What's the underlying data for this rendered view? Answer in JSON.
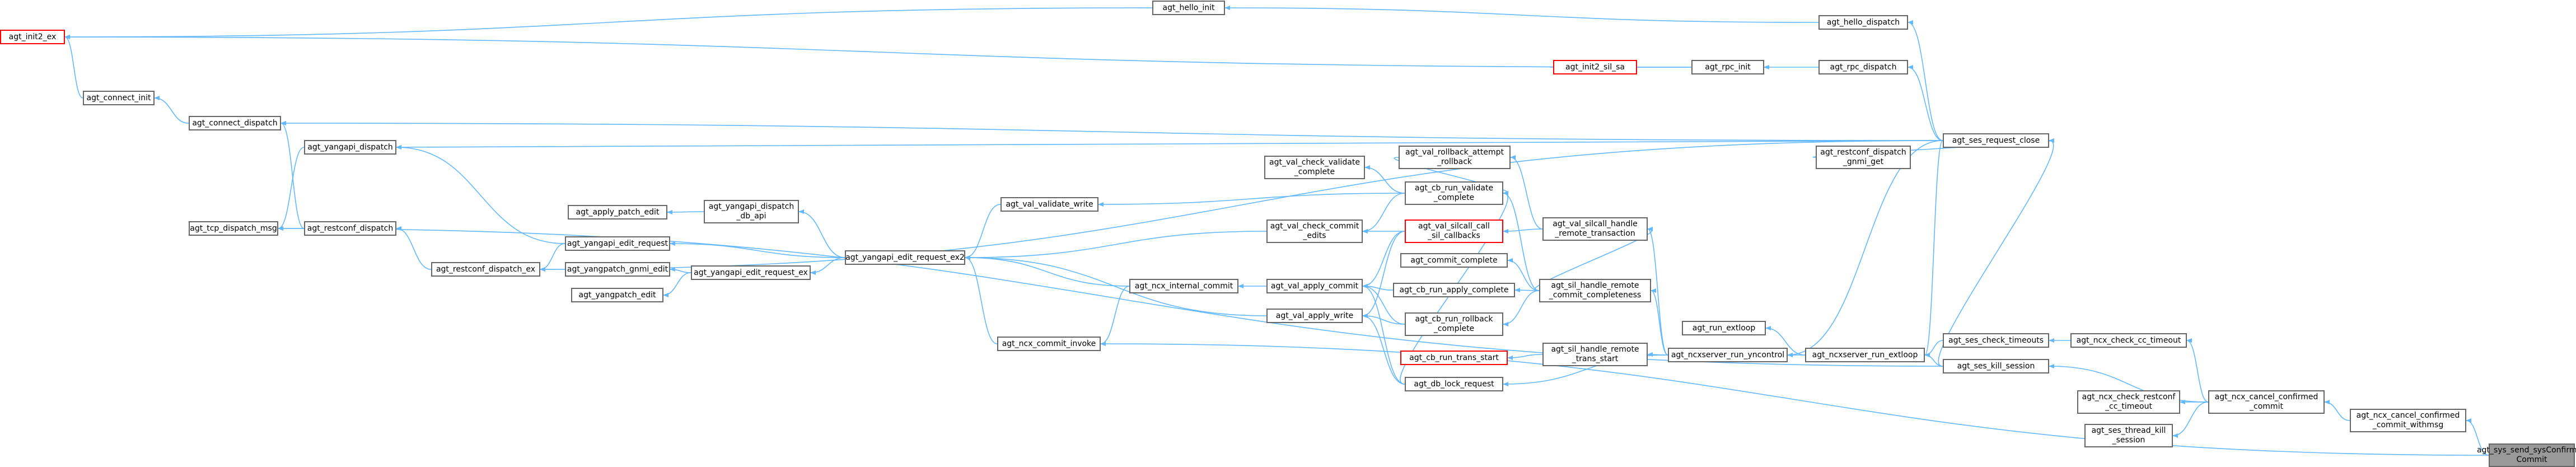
{
  "graph": {
    "colors": {
      "edge": "#63b8ff",
      "node_border": "#666666",
      "truncated_border": "#ff0000",
      "focus_fill": "#999999"
    },
    "nodes": [
      {
        "id": "init2_ex",
        "label": "agt_init2_ex",
        "style": "red"
      },
      {
        "id": "connect_init",
        "label": "agt_connect_init"
      },
      {
        "id": "connect_dispatch",
        "label": "agt_connect_dispatch"
      },
      {
        "id": "yangapi_dispatch",
        "label": "agt_yangapi_dispatch"
      },
      {
        "id": "tcp_dispatch_msg",
        "label": "agt_tcp_dispatch_msg"
      },
      {
        "id": "restconf_dispatch",
        "label": "agt_restconf_dispatch"
      },
      {
        "id": "restconf_dispatch_ex",
        "label": "agt_restconf_dispatch_ex"
      },
      {
        "id": "yangapi_edit_request",
        "label": "agt_yangapi_edit_request"
      },
      {
        "id": "apply_patch_edit",
        "label": "agt_apply_patch_edit"
      },
      {
        "id": "yangpatch_gnmi_edit",
        "label": "agt_yangpatch_gnmi_edit"
      },
      {
        "id": "yangpatch_edit",
        "label": "agt_yangpatch_edit"
      },
      {
        "id": "yangapi_dispatch_db_api",
        "label": "agt_yangapi_dispatch\n_db_api"
      },
      {
        "id": "yangapi_edit_request_ex",
        "label": "agt_yangapi_edit_request_ex"
      },
      {
        "id": "yangapi_edit_request_ex2",
        "label": "agt_yangapi_edit_request_ex2"
      },
      {
        "id": "val_validate_write",
        "label": "agt_val_validate_write"
      },
      {
        "id": "ncx_internal_commit",
        "label": "agt_ncx_internal_commit"
      },
      {
        "id": "ncx_commit_invoke",
        "label": "agt_ncx_commit_invoke"
      },
      {
        "id": "hello_init",
        "label": "agt_hello_init"
      },
      {
        "id": "val_check_validate_complete",
        "label": "agt_val_check_validate\n_complete"
      },
      {
        "id": "val_check_commit_edits",
        "label": "agt_val_check_commit\n_edits"
      },
      {
        "id": "val_apply_commit",
        "label": "agt_val_apply_commit"
      },
      {
        "id": "val_apply_write",
        "label": "agt_val_apply_write"
      },
      {
        "id": "cb_run_validate_complete",
        "label": "agt_cb_run_validate\n_complete"
      },
      {
        "id": "val_silcall_call_sil_callbacks",
        "label": "agt_val_silcall_call\n_sil_callbacks",
        "style": "red"
      },
      {
        "id": "commit_complete",
        "label": "agt_commit_complete"
      },
      {
        "id": "cb_run_apply_complete",
        "label": "agt_cb_run_apply_complete"
      },
      {
        "id": "cb_run_rollback_complete",
        "label": "agt_cb_run_rollback\n_complete"
      },
      {
        "id": "cb_run_trans_start",
        "label": "agt_cb_run_trans_start",
        "style": "red"
      },
      {
        "id": "db_lock_request",
        "label": "agt_db_lock_request"
      },
      {
        "id": "val_rollback_attempt_rollback",
        "label": "agt_val_rollback_attempt\n_rollback"
      },
      {
        "id": "val_silcall_handle_remote_transaction",
        "label": "agt_val_silcall_handle\n_remote_transaction"
      },
      {
        "id": "sil_handle_remote_commit_completeness",
        "label": "agt_sil_handle_remote\n_commit_completeness"
      },
      {
        "id": "sil_handle_remote_trans_start",
        "label": "agt_sil_handle_remote\n_trans_start"
      },
      {
        "id": "init2_sil_sa",
        "label": "agt_init2_sil_sa",
        "style": "red"
      },
      {
        "id": "rpc_init",
        "label": "agt_rpc_init"
      },
      {
        "id": "run_extloop",
        "label": "agt_run_extloop"
      },
      {
        "id": "ncxserver_run_yncontrol",
        "label": "agt_ncxserver_run_yncontrol"
      },
      {
        "id": "hello_dispatch",
        "label": "agt_hello_dispatch"
      },
      {
        "id": "rpc_dispatch",
        "label": "agt_rpc_dispatch"
      },
      {
        "id": "restconf_dispatch_gnmi_get",
        "label": "agt_restconf_dispatch\n_gnmi_get"
      },
      {
        "id": "ses_request_close",
        "label": "agt_ses_request_close"
      },
      {
        "id": "ncxserver_run_extloop",
        "label": "agt_ncxserver_run_extloop"
      },
      {
        "id": "ses_check_timeouts",
        "label": "agt_ses_check_timeouts"
      },
      {
        "id": "ses_kill_session",
        "label": "agt_ses_kill_session"
      },
      {
        "id": "ncx_check_cc_timeout",
        "label": "agt_ncx_check_cc_timeout"
      },
      {
        "id": "ncx_check_restconf_cc_timeout",
        "label": "agt_ncx_check_restconf\n_cc_timeout"
      },
      {
        "id": "ses_thread_kill_session",
        "label": "agt_ses_thread_kill\n_session"
      },
      {
        "id": "ncx_cancel_confirmed_commit",
        "label": "agt_ncx_cancel_confirmed\n_commit"
      },
      {
        "id": "ncx_cancel_confirmed_commit_withmsg",
        "label": "agt_ncx_cancel_confirmed\n_commit_withmsg"
      },
      {
        "id": "sys_send_sysConfirmedCommit",
        "label": "agt_sys_send_sysConfirmed\nCommit",
        "style": "focus"
      }
    ],
    "edges": [
      [
        "hello_init",
        "init2_ex"
      ],
      [
        "connect_init",
        "init2_ex"
      ],
      [
        "rpc_init",
        "init2_ex"
      ],
      [
        "connect_dispatch",
        "connect_init"
      ],
      [
        "yangapi_dispatch",
        "tcp_dispatch_msg"
      ],
      [
        "restconf_dispatch",
        "tcp_dispatch_msg"
      ],
      [
        "restconf_dispatch",
        "connect_dispatch"
      ],
      [
        "restconf_dispatch_ex",
        "restconf_dispatch"
      ],
      [
        "yangapi_edit_request",
        "yangapi_dispatch"
      ],
      [
        "yangapi_edit_request",
        "restconf_dispatch_ex"
      ],
      [
        "yangpatch_gnmi_edit",
        "restconf_dispatch_ex"
      ],
      [
        "yangapi_dispatch_db_api",
        "apply_patch_edit"
      ],
      [
        "yangapi_edit_request_ex",
        "yangpatch_gnmi_edit"
      ],
      [
        "yangapi_edit_request_ex",
        "yangpatch_edit"
      ],
      [
        "yangapi_edit_request_ex2",
        "yangapi_edit_request"
      ],
      [
        "yangapi_edit_request_ex2",
        "yangapi_dispatch_db_api"
      ],
      [
        "yangapi_edit_request_ex2",
        "yangapi_edit_request_ex"
      ],
      [
        "val_validate_write",
        "yangapi_edit_request_ex2"
      ],
      [
        "ncx_internal_commit",
        "yangapi_edit_request_ex2"
      ],
      [
        "ncx_commit_invoke",
        "yangapi_edit_request_ex2"
      ],
      [
        "ncx_internal_commit",
        "ncx_commit_invoke"
      ],
      [
        "val_check_commit_edits",
        "yangapi_edit_request_ex2"
      ],
      [
        "val_apply_write",
        "yangapi_edit_request_ex2"
      ],
      [
        "val_apply_commit",
        "ncx_internal_commit"
      ],
      [
        "cb_run_validate_complete",
        "val_check_validate_complete"
      ],
      [
        "cb_run_validate_complete",
        "val_validate_write"
      ],
      [
        "cb_run_validate_complete",
        "val_check_commit_edits"
      ],
      [
        "val_silcall_call_sil_callbacks",
        "val_check_commit_edits"
      ],
      [
        "val_silcall_call_sil_callbacks",
        "val_apply_commit"
      ],
      [
        "val_silcall_call_sil_callbacks",
        "val_apply_write"
      ],
      [
        "cb_run_apply_complete",
        "val_apply_commit"
      ],
      [
        "cb_run_rollback_complete",
        "val_apply_commit"
      ],
      [
        "cb_run_rollback_complete",
        "val_apply_write"
      ],
      [
        "db_lock_request",
        "val_apply_write"
      ],
      [
        "db_lock_request",
        "val_apply_commit"
      ],
      [
        "db_lock_request",
        "cb_run_validate_complete"
      ],
      [
        "val_rollback_attempt_rollback",
        "cb_run_validate_complete"
      ],
      [
        "val_silcall_handle_remote_transaction",
        "val_rollback_attempt_rollback"
      ],
      [
        "val_silcall_handle_remote_transaction",
        "val_silcall_call_sil_callbacks"
      ],
      [
        "sil_handle_remote_commit_completeness",
        "val_silcall_handle_remote_transaction"
      ],
      [
        "sil_handle_remote_commit_completeness",
        "commit_complete"
      ],
      [
        "sil_handle_remote_commit_completeness",
        "cb_run_apply_complete"
      ],
      [
        "sil_handle_remote_commit_completeness",
        "cb_run_rollback_complete"
      ],
      [
        "sil_handle_remote_commit_completeness",
        "cb_run_validate_complete"
      ],
      [
        "sil_handle_remote_trans_start",
        "cb_run_trans_start"
      ],
      [
        "ncxserver_run_yncontrol",
        "db_lock_request"
      ],
      [
        "ncxserver_run_yncontrol",
        "sil_handle_remote_trans_start"
      ],
      [
        "ncxserver_run_yncontrol",
        "sil_handle_remote_commit_completeness"
      ],
      [
        "ncxserver_run_yncontrol",
        "val_silcall_handle_remote_transaction"
      ],
      [
        "init2_sil_sa",
        "rpc_init"
      ],
      [
        "rpc_dispatch",
        "rpc_init"
      ],
      [
        "hello_dispatch",
        "hello_init"
      ],
      [
        "ses_request_close",
        "hello_dispatch"
      ],
      [
        "ses_request_close",
        "rpc_dispatch"
      ],
      [
        "ses_request_close",
        "connect_dispatch"
      ],
      [
        "ses_request_close",
        "yangapi_dispatch"
      ],
      [
        "ses_request_close",
        "restconf_dispatch_ex"
      ],
      [
        "ses_request_close",
        "ncxserver_run_yncontrol"
      ],
      [
        "ses_request_close",
        "ncxserver_run_extloop"
      ],
      [
        "restconf_dispatch_gnmi_get",
        "ses_request_close"
      ],
      [
        "ncxserver_run_extloop",
        "run_extloop"
      ],
      [
        "ncxserver_run_extloop",
        "ncxserver_run_yncontrol"
      ],
      [
        "ses_check_timeouts",
        "ncxserver_run_extloop"
      ],
      [
        "ses_kill_session",
        "ncxserver_run_extloop"
      ],
      [
        "ses_kill_session",
        "ses_request_close"
      ],
      [
        "ses_kill_session",
        "tcp_dispatch_msg"
      ],
      [
        "ncx_check_cc_timeout",
        "ses_check_timeouts"
      ],
      [
        "ncx_cancel_confirmed_commit",
        "ncx_check_cc_timeout"
      ],
      [
        "ncx_cancel_confirmed_commit",
        "ncx_check_restconf_cc_timeout"
      ],
      [
        "ncx_cancel_confirmed_commit",
        "ses_thread_kill_session"
      ],
      [
        "ncx_cancel_confirmed_commit",
        "ses_kill_session"
      ],
      [
        "ncx_cancel_confirmed_commit_withmsg",
        "ncx_cancel_confirmed_commit"
      ],
      [
        "sys_send_sysConfirmedCommit",
        "ncx_cancel_confirmed_commit_withmsg"
      ],
      [
        "sys_send_sysConfirmedCommit",
        "ncx_commit_invoke"
      ]
    ]
  }
}
